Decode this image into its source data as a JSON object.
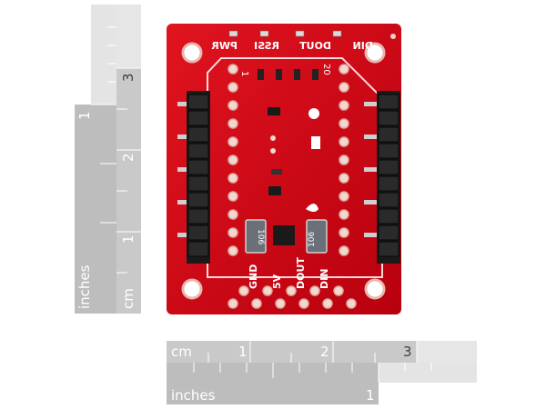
{
  "rulers": {
    "vertical": {
      "inches_label": "inches",
      "inches_ticks": [
        "1"
      ],
      "cm_label": "cm",
      "cm_ticks": [
        "1",
        "2",
        "3"
      ]
    },
    "horizontal": {
      "cm_label": "cm",
      "cm_ticks": [
        "1",
        "2",
        "3"
      ],
      "inches_label": "inches",
      "inches_ticks": [
        "1"
      ]
    }
  },
  "board": {
    "color": "#d0101c",
    "top_labels": [
      "PWR",
      "RSSI",
      "DOUT",
      "DIN"
    ],
    "pin_numbers": [
      "1",
      "20"
    ],
    "bottom_labels": [
      "GND",
      "5V",
      "DOUT",
      "DIN"
    ],
    "regulator_label": "106"
  }
}
